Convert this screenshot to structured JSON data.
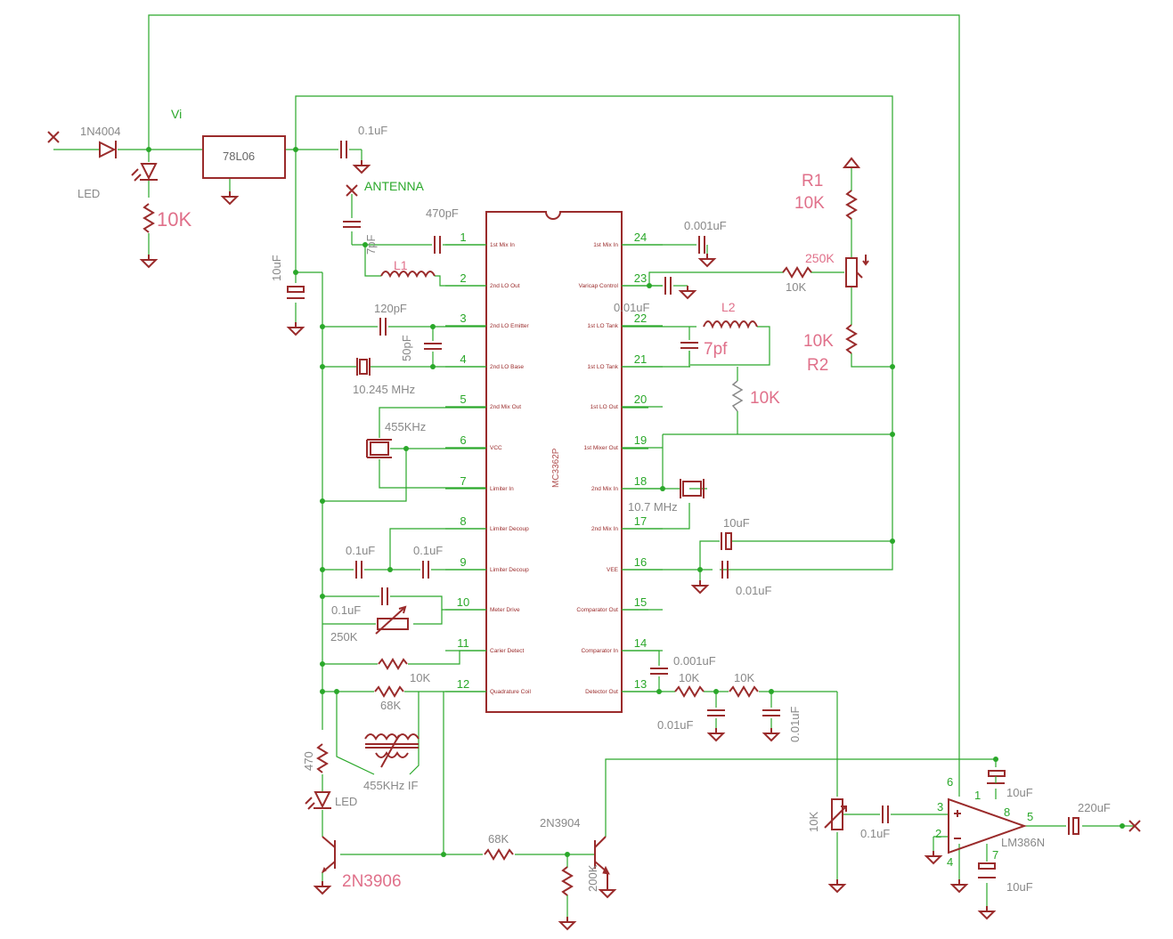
{
  "labels": {
    "diode": "1N4004",
    "vi": "Vi",
    "regulator": "78L06",
    "c_reg_out": "0.1uF",
    "led1": "LED",
    "r_led1": "10K",
    "antenna": "ANTENNA",
    "c_470": "470pF",
    "c_7p": "7pF",
    "c_10u_left": "10uF",
    "l1": "L1",
    "c_120": "120pF",
    "c_50": "50pF",
    "xtal_10245": "10.245 MHz",
    "filt_455": "455KHz",
    "c_01a": "0.1uF",
    "c_01b": "0.1uF",
    "c_01c": "0.1uF",
    "pot_250_left": "250K",
    "r_10k_12": "10K",
    "r_68k_12": "68K",
    "ifx": "455KHz IF",
    "r_470": "470",
    "led2": "LED",
    "q1": "2N3906",
    "r_68k_b": "68K",
    "q2": "2N3904",
    "r_200k": "200K",
    "c_0001_24": "0.001uF",
    "r1_name": "R1",
    "r1_val": "10K",
    "pot_250_right": "250K",
    "r_10k_23": "10K",
    "c_001_23": "0.01uF",
    "l2": "L2",
    "c_7pf": "7pf",
    "r2_val": "10K",
    "r2_name": "R2",
    "r_10k_lo": "10K",
    "xtal_107": "10.7 MHz",
    "c_10u_16": "10uF",
    "c_001_16": "0.01uF",
    "c_0001_14": "0.001uF",
    "r_10k_a": "10K",
    "r_10k_b": "10K",
    "c_001_a": "0.01uF",
    "c_001_b": "0.01uF",
    "pot_vol": "10K",
    "c_01_amp": "0.1uF",
    "c_10u_amp1": "10uF",
    "c_10u_amp2": "10uF",
    "amp": "LM386N",
    "c_220": "220uF",
    "chip": "MC3362P"
  },
  "amp_pins": {
    "p1": "1",
    "p2": "2",
    "p3": "3",
    "p4": "4",
    "p5": "5",
    "p6": "6",
    "p7": "7",
    "p8": "8"
  },
  "left_pins": [
    {
      "n": "1",
      "name": "1st Mix In"
    },
    {
      "n": "2",
      "name": "2nd LO Out"
    },
    {
      "n": "3",
      "name": "2nd LO Emitter"
    },
    {
      "n": "4",
      "name": "2nd LO Base"
    },
    {
      "n": "5",
      "name": "2nd Mix Out"
    },
    {
      "n": "6",
      "name": "VCC"
    },
    {
      "n": "7",
      "name": "Limiter In"
    },
    {
      "n": "8",
      "name": "Limiter Decoup"
    },
    {
      "n": "9",
      "name": "Limiter Decoup"
    },
    {
      "n": "10",
      "name": "Meter Drive"
    },
    {
      "n": "11",
      "name": "Carier Detect"
    },
    {
      "n": "12",
      "name": "Quadrature Coil"
    }
  ],
  "right_pins": [
    {
      "n": "24",
      "name": "1st Mix In"
    },
    {
      "n": "23",
      "name": "Varicap Control"
    },
    {
      "n": "22",
      "name": "1st LO Tank"
    },
    {
      "n": "21",
      "name": "1st LO Tank"
    },
    {
      "n": "20",
      "name": "1st LO Out"
    },
    {
      "n": "19",
      "name": "1st Mixer Out"
    },
    {
      "n": "18",
      "name": "2nd Mix In"
    },
    {
      "n": "17",
      "name": "2nd Mix In"
    },
    {
      "n": "16",
      "name": "VEE"
    },
    {
      "n": "15",
      "name": "Comparator Out"
    },
    {
      "n": "14",
      "name": "Comparator In"
    },
    {
      "n": "13",
      "name": "Detector Out"
    }
  ]
}
